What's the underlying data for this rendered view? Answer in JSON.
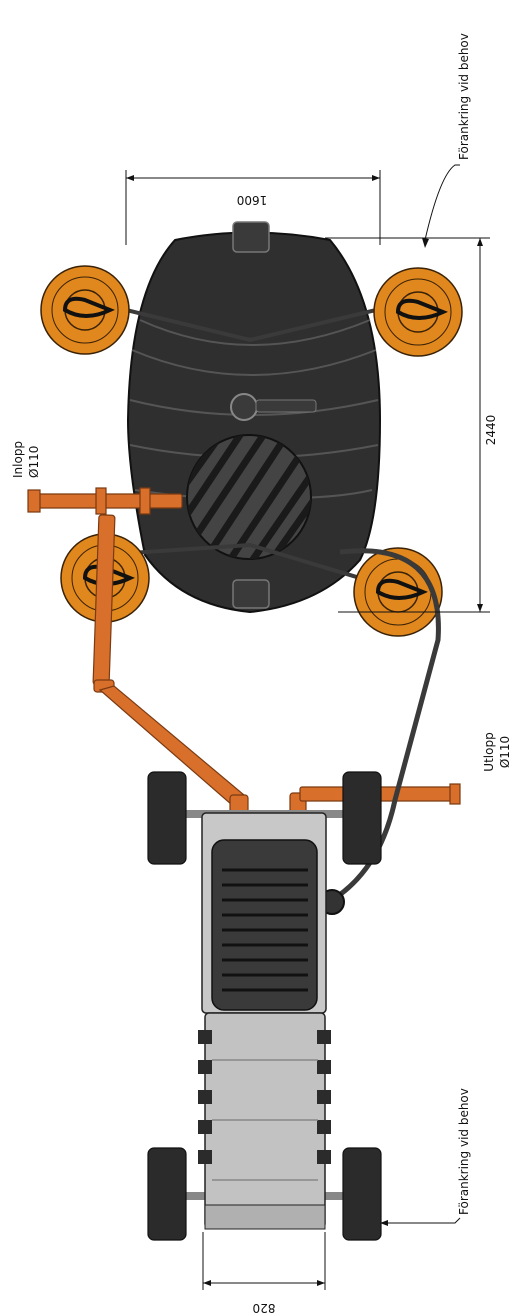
{
  "labels": {
    "anchoring_top": "Förankring vid behov",
    "anchoring_bottom": "Förankring vid behov",
    "inlet_title": "Inlopp",
    "inlet_size": "Ø110",
    "outlet_title": "Utlopp",
    "outlet_size": "Ø110"
  },
  "dimensions": {
    "tank_width": "1600",
    "tank_length": "2440",
    "unit_width": "820"
  },
  "colors": {
    "pipe": "#d86f2a",
    "anchor": "#e0871e",
    "tank": "#2e2e2e",
    "unit": "#bdbdbd"
  }
}
